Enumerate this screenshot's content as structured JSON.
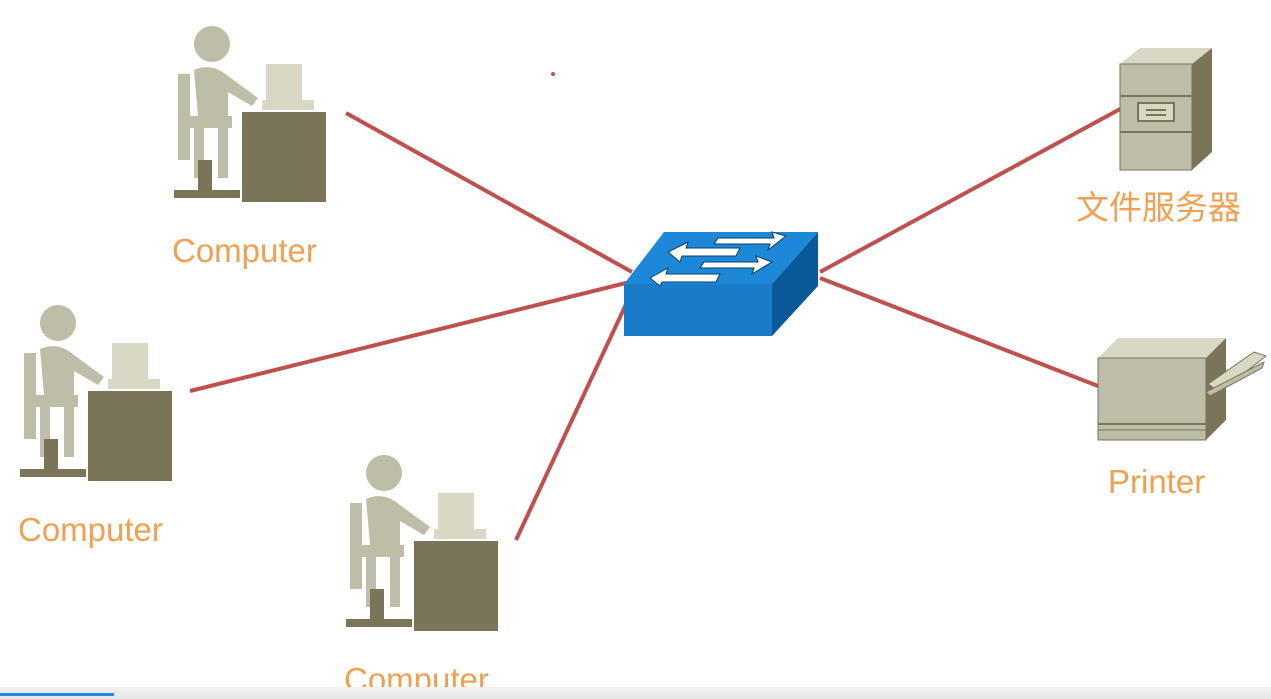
{
  "labels": {
    "computer_1": "Computer",
    "computer_2": "Computer",
    "computer_3": "Computer",
    "file_server": "文件服务器",
    "printer": "Printer"
  },
  "icons": {
    "computer": "computer-user-icon",
    "switch": "network-switch-icon",
    "file_server": "file-server-icon",
    "printer": "printer-icon"
  },
  "colors": {
    "label": "#F0A050",
    "link": "#C0504D",
    "device_light": "#BDBDA8",
    "device_dark": "#7A7458",
    "switch_top": "#1E88D8",
    "switch_side": "#0A5A9A"
  },
  "video_progress": 0.09
}
